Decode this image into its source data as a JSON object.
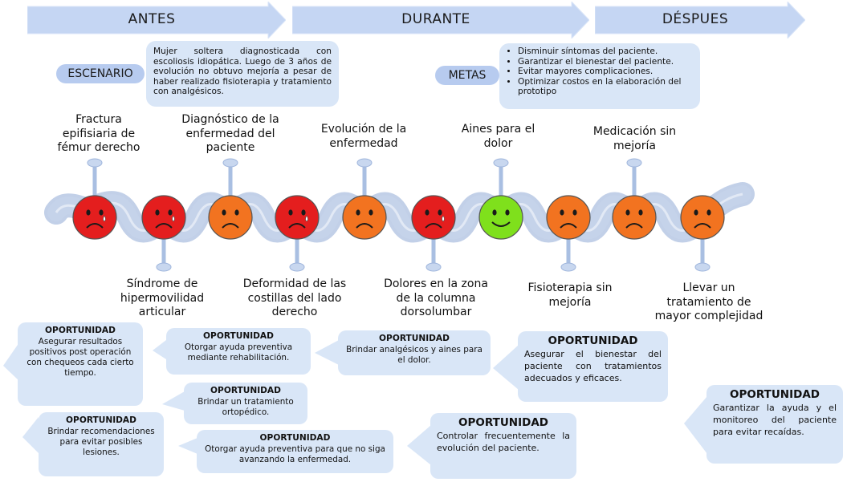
{
  "phases": [
    "ANTES",
    "DURANTE",
    "DÉSPUES"
  ],
  "scenario": {
    "label": "ESCENARIO",
    "text": "Mujer soltera diagnosticada con escoliosis idiopática. Luego de 3 años de evolución no obtuvo mejoría a pesar de haber realizado fisioterapia y tratamiento con analgésicos."
  },
  "goals": {
    "label": "METAS",
    "items": [
      "Disminuir síntomas del paciente.",
      "Garantizar el bienestar del paciente.",
      "Evitar mayores complicaciones.",
      "Optimizar costos en la elaboración del prototipo"
    ]
  },
  "events_top": [
    "Fractura epifisiaria de fémur derecho",
    "Diagnóstico de la enfermedad del paciente",
    "Evolución de la enfermedad",
    "Aines para el dolor",
    "Medicación sin mejoría"
  ],
  "events_bottom": [
    "Síndrome de hipermovilidad articular",
    "Deformidad de las costillas del lado derecho",
    "Dolores en la zona de la columna dorsolumbar",
    "Fisioterapia sin mejoría",
    "Llevar un tratamiento de mayor complejidad"
  ],
  "faces": [
    {
      "mood": "crying",
      "color": "#e41e1e"
    },
    {
      "mood": "crying",
      "color": "#e41e1e"
    },
    {
      "mood": "sad",
      "color": "#f27320"
    },
    {
      "mood": "crying",
      "color": "#e41e1e"
    },
    {
      "mood": "sad",
      "color": "#f27320"
    },
    {
      "mood": "crying",
      "color": "#e41e1e"
    },
    {
      "mood": "happy",
      "color": "#7fe01c"
    },
    {
      "mood": "sad",
      "color": "#f27320"
    },
    {
      "mood": "sad",
      "color": "#f27320"
    },
    {
      "mood": "sad",
      "color": "#f27320"
    }
  ],
  "opportunity_title": "OPORTUNIDAD",
  "opportunities": [
    "Asegurar resultados positivos post operación con chequeos cada cierto tiempo.",
    "Brindar recomendaciones para evitar posibles lesiones.",
    "Otorgar ayuda preventiva mediante rehabilitación.",
    "Brindar un tratamiento ortopédico.",
    "Otorgar ayuda preventiva para que no siga avanzando la enfermedad.",
    "Brindar analgésicos y aines para el dolor.",
    "Controlar frecuentemente la evolución del paciente.",
    "Asegurar el bienestar del paciente con tratamientos adecuados y eficaces.",
    "Garantizar la ayuda y el monitoreo del paciente para evitar recaídas."
  ]
}
